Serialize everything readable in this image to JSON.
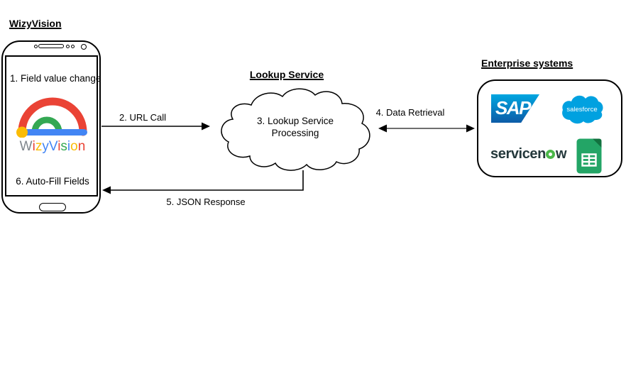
{
  "title": "WizyVision",
  "phone": {
    "step1_label": "1. Field value change",
    "step6_label": "6. Auto-Fill Fields",
    "logo": {
      "letters": [
        {
          "ch": "W",
          "color": "#7f868c"
        },
        {
          "ch": "i",
          "color": "#ea4335"
        },
        {
          "ch": "z",
          "color": "#fbbc05"
        },
        {
          "ch": "y",
          "color": "#4285f4"
        },
        {
          "ch": "V",
          "color": "#4285f4"
        },
        {
          "ch": "i",
          "color": "#ea4335"
        },
        {
          "ch": "s",
          "color": "#34a853"
        },
        {
          "ch": "i",
          "color": "#4285f4"
        },
        {
          "ch": "o",
          "color": "#fbbc05"
        },
        {
          "ch": "n",
          "color": "#ea4335"
        }
      ],
      "arc_colors": {
        "red": "#ea4335",
        "green": "#34a853",
        "blue": "#4285f4",
        "yellow": "#fbbc05"
      }
    }
  },
  "lookup_service": {
    "label": "Lookup Service",
    "cloud_text_line1": "3. Lookup Service",
    "cloud_text_line2": "Processing"
  },
  "arrows": {
    "url_call_label": "2. URL Call",
    "data_retrieval_label": "4. Data Retrieval",
    "json_response_label": "5. JSON Response"
  },
  "enterprise": {
    "label": "Enterprise systems",
    "sap_text": "SAP",
    "salesforce_text": "salesforce",
    "servicenow_before_o": "servicen",
    "servicenow_after_o": "w",
    "logo_names": [
      "sap-logo",
      "salesforce-logo",
      "servicenow-logo",
      "google-sheets-icon"
    ]
  }
}
